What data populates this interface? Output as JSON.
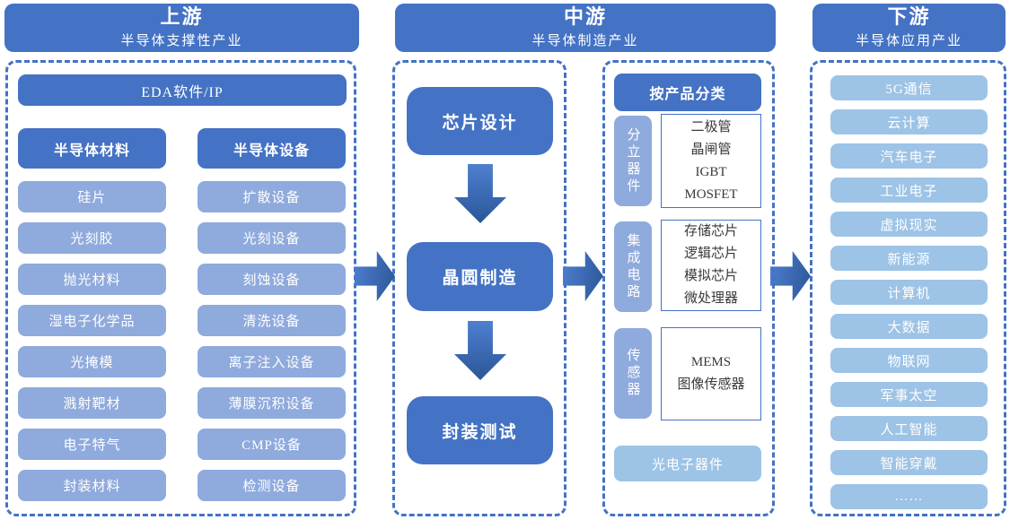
{
  "colors": {
    "primary": "#4472C4",
    "medium": "#8FAADC",
    "light": "#9DC3E6",
    "arrow_light": "#4E80D0",
    "arrow_dark": "#2B5597",
    "box_border": "#4472C4",
    "box_text": "#3A3A3A"
  },
  "upstream": {
    "title": "上游",
    "subtitle": "半导体支撑性产业",
    "eda": "EDA软件/IP",
    "materials": {
      "header": "半导体材料",
      "items": [
        "硅片",
        "光刻胶",
        "抛光材料",
        "湿电子化学品",
        "光掩模",
        "溅射靶材",
        "电子特气",
        "封装材料"
      ]
    },
    "equipment": {
      "header": "半导体设备",
      "items": [
        "扩散设备",
        "光刻设备",
        "刻蚀设备",
        "清洗设备",
        "离子注入设备",
        "薄膜沉积设备",
        "CMP设备",
        "检测设备"
      ]
    }
  },
  "midstream": {
    "title": "中游",
    "subtitle": "半导体制造产业",
    "flow": [
      "芯片设计",
      "晶圆制造",
      "封装测试"
    ],
    "products": {
      "header": "按产品分类",
      "groups": [
        {
          "label": "分立器件",
          "lines": [
            "二极管",
            "晶闸管",
            "IGBT",
            "MOSFET"
          ]
        },
        {
          "label": "集成电路",
          "lines": [
            "存储芯片",
            "逻辑芯片",
            "模拟芯片",
            "微处理器"
          ]
        },
        {
          "label": "传感器",
          "lines": [
            "MEMS",
            "图像传感器"
          ]
        }
      ],
      "opto": "光电子器件"
    }
  },
  "downstream": {
    "title": "下游",
    "subtitle": "半导体应用产业",
    "items": [
      "5G通信",
      "云计算",
      "汽车电子",
      "工业电子",
      "虚拟现实",
      "新能源",
      "计算机",
      "大数据",
      "物联网",
      "军事太空",
      "人工智能",
      "智能穿戴",
      "……"
    ]
  }
}
